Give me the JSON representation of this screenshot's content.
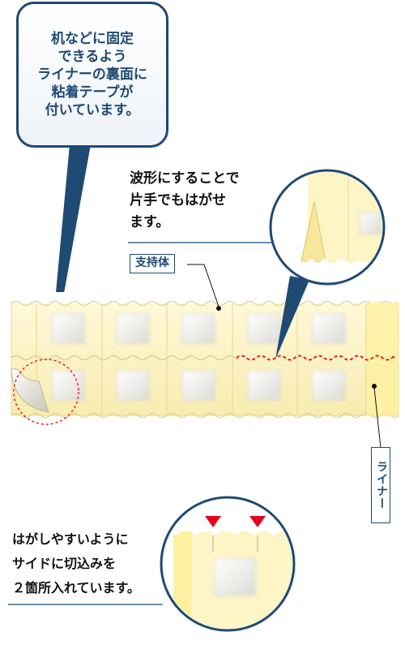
{
  "callout": {
    "lines": [
      "机などに固定",
      "できるよう",
      "ライナーの裏面に",
      "粘着テープが",
      "付いています。"
    ]
  },
  "wave_note": {
    "lines": [
      "波形にすることで",
      "片手でもはがせ",
      "ます。"
    ]
  },
  "cut_note": {
    "lines": [
      "はがしやすいように",
      "サイドに切込みを",
      "２箇所入れています。"
    ]
  },
  "labels": {
    "support": "支持体",
    "liner": "ライナー"
  },
  "colors": {
    "navy": "#1f4a73",
    "liner_yellow": "#fff3b0",
    "support_cream": "#fdf7d0",
    "dashed_red": "#e0202a",
    "marker_red": "#e8001c"
  }
}
